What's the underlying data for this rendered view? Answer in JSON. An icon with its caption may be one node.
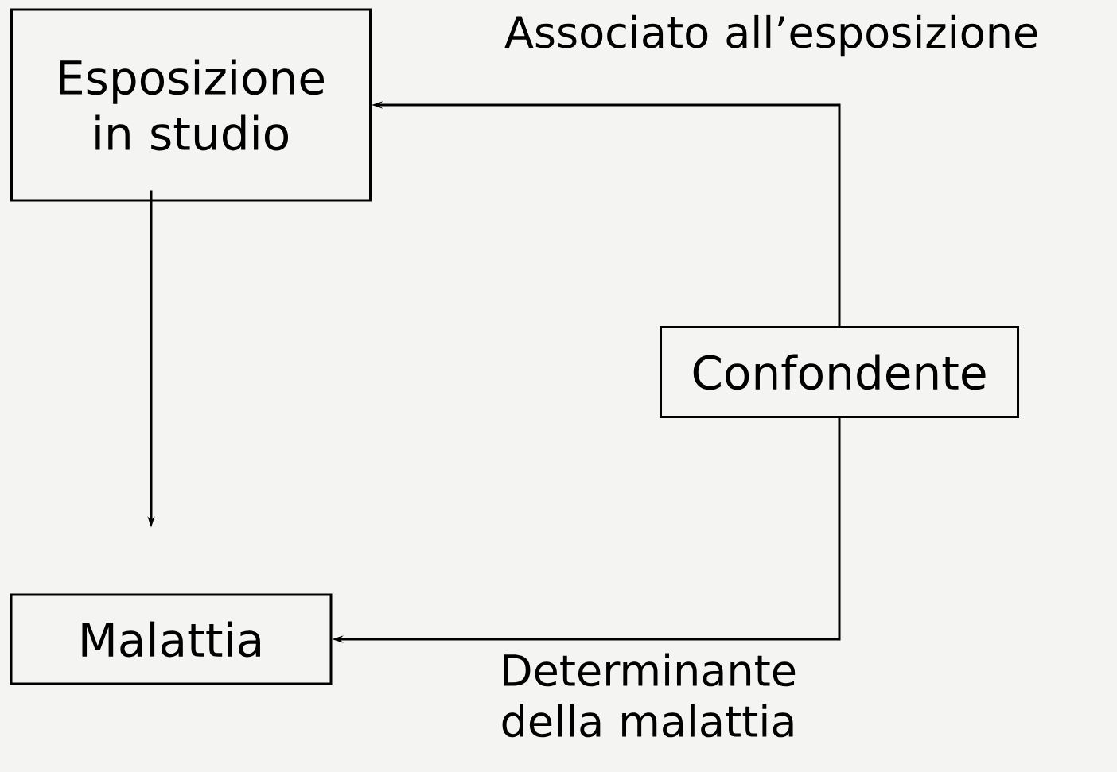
{
  "diagram": {
    "nodes": [
      {
        "text": [
          "Esposizione in studio"
        ]
      },
      {
        "text": [
          "Malattia"
        ]
      },
      {
        "text": [
          "Confondente"
        ]
      }
    ],
    "edges": [
      {
        "from": 0,
        "to": 1,
        "arrow": "to"
      },
      {
        "from": 2,
        "to": 0,
        "arrow": "to",
        "label": "Associato all’esposizione"
      },
      {
        "from": 2,
        "to": 1,
        "arrow": "to",
        "label": "Determinante della malattia"
      }
    ]
  }
}
